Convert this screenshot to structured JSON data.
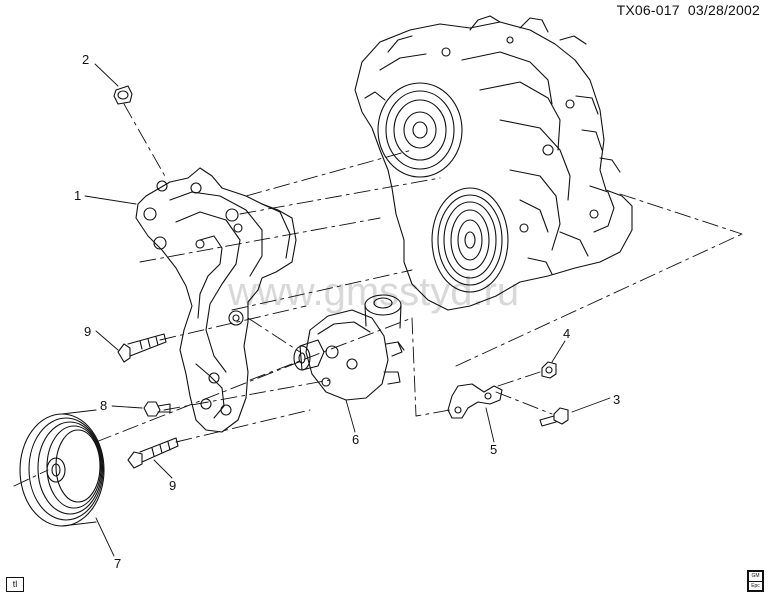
{
  "header": {
    "diagram_id": "TX06-017",
    "date": "03/28/2002"
  },
  "watermark": "www.gmsstyd.ru",
  "callouts": {
    "c1": "1",
    "c2": "2",
    "c3": "3",
    "c4": "4",
    "c5": "5",
    "c6": "6",
    "c7": "7",
    "c8": "8",
    "c9a": "9",
    "c9b": "9"
  },
  "corner_tag": "tl",
  "logo": {
    "top": "GM",
    "bottom": "Epc"
  }
}
